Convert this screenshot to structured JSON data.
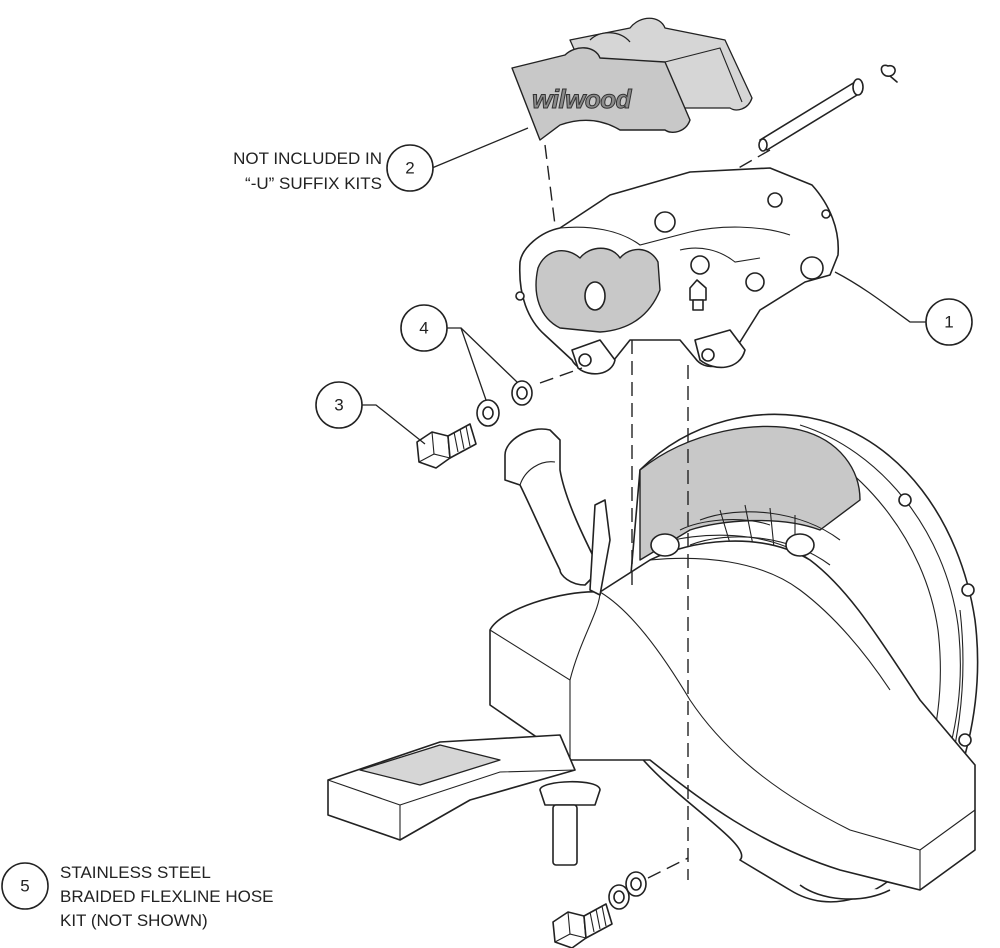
{
  "callouts": [
    {
      "number": "1"
    },
    {
      "number": "2"
    },
    {
      "number": "3"
    },
    {
      "number": "4"
    },
    {
      "number": "5"
    }
  ],
  "notes": {
    "pads_line1": "NOT INCLUDED IN",
    "pads_line2": "“-U” SUFFIX KITS",
    "hose_line1": "STAINLESS STEEL",
    "hose_line2": "BRAIDED FLEXLINE HOSE",
    "hose_line3": "KIT (NOT SHOWN)"
  },
  "pad_brand": "wilwood"
}
